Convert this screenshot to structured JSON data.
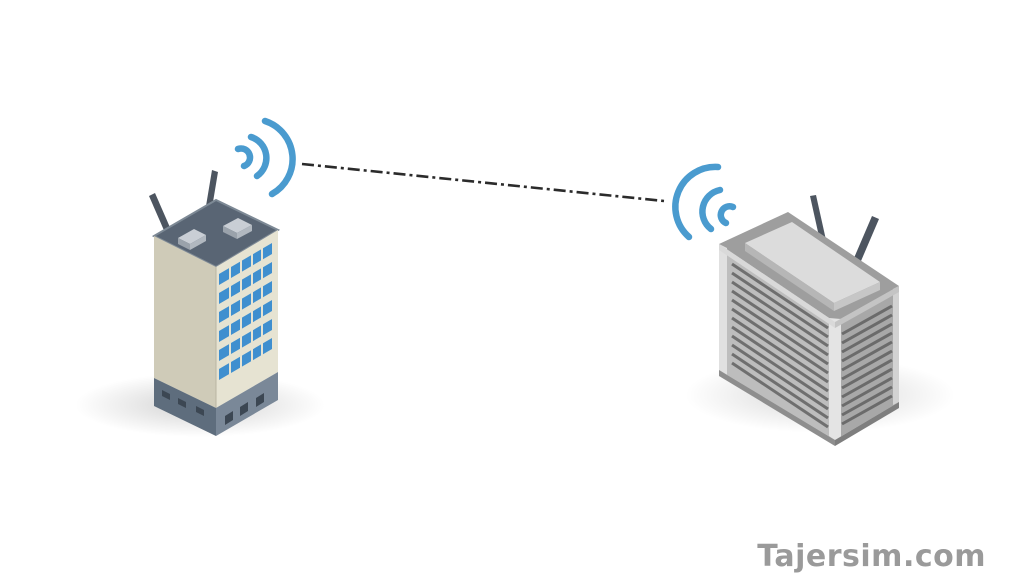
{
  "watermark": "Tajersim.com",
  "diagram": {
    "nodes": [
      {
        "id": "building-left",
        "type": "office-tower-with-antennas",
        "icon": "building-icon",
        "signal": "wifi-signal-icon"
      },
      {
        "id": "building-right",
        "type": "wide-office-building-with-antennas",
        "icon": "building-icon",
        "signal": "wifi-signal-icon"
      }
    ],
    "links": [
      {
        "from": "building-left",
        "to": "building-right",
        "style": "dash-dot"
      }
    ]
  },
  "colors": {
    "signal": "#4a9bcf",
    "link": "#2b2b2b",
    "tower_side": "#cfcbb8",
    "tower_front": "#e6e3d2",
    "tower_window": "#3f8fcf",
    "tower_base": "#667687",
    "right_building": "#bdbdbd",
    "antenna": "#4d5560"
  }
}
